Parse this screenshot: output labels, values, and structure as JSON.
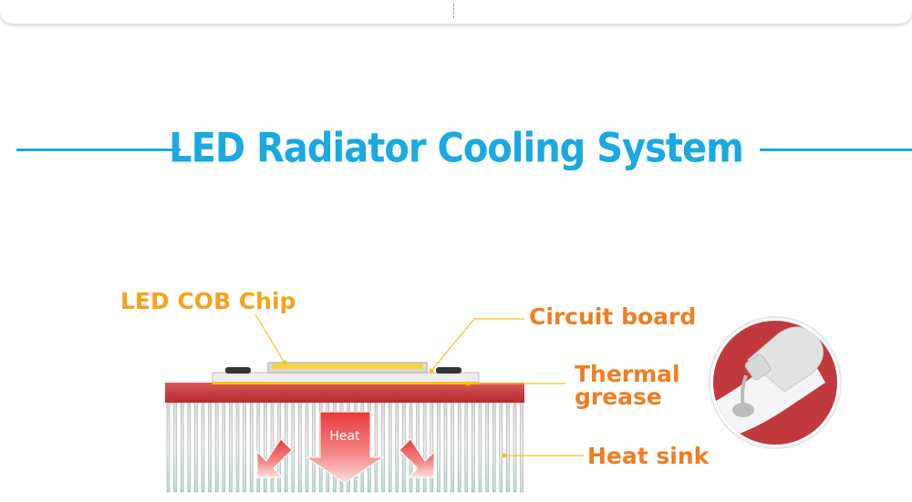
{
  "title": "LED Radiator Cooling System",
  "labels": {
    "led_chip": "LED COB Chip",
    "circuit_board": "Circuit board",
    "thermal_grease_line1": "Thermal",
    "thermal_grease_line2": "grease",
    "heat_sink": "Heat sink",
    "heat_arrow": "Heat"
  },
  "colors": {
    "title_blue": "#1aa9e0",
    "label_orange": "#f6a21c",
    "label_red_orange": "#ef7d22",
    "heatsink_red": "#c0393d",
    "chip_yellow": "#f5d63a",
    "leader_yellow": "#f2c21b"
  },
  "icons": [
    "heat-arrow-down-icon",
    "heat-arrow-down-left-icon",
    "heat-arrow-down-right-icon",
    "thermal-grease-tube-icon"
  ]
}
